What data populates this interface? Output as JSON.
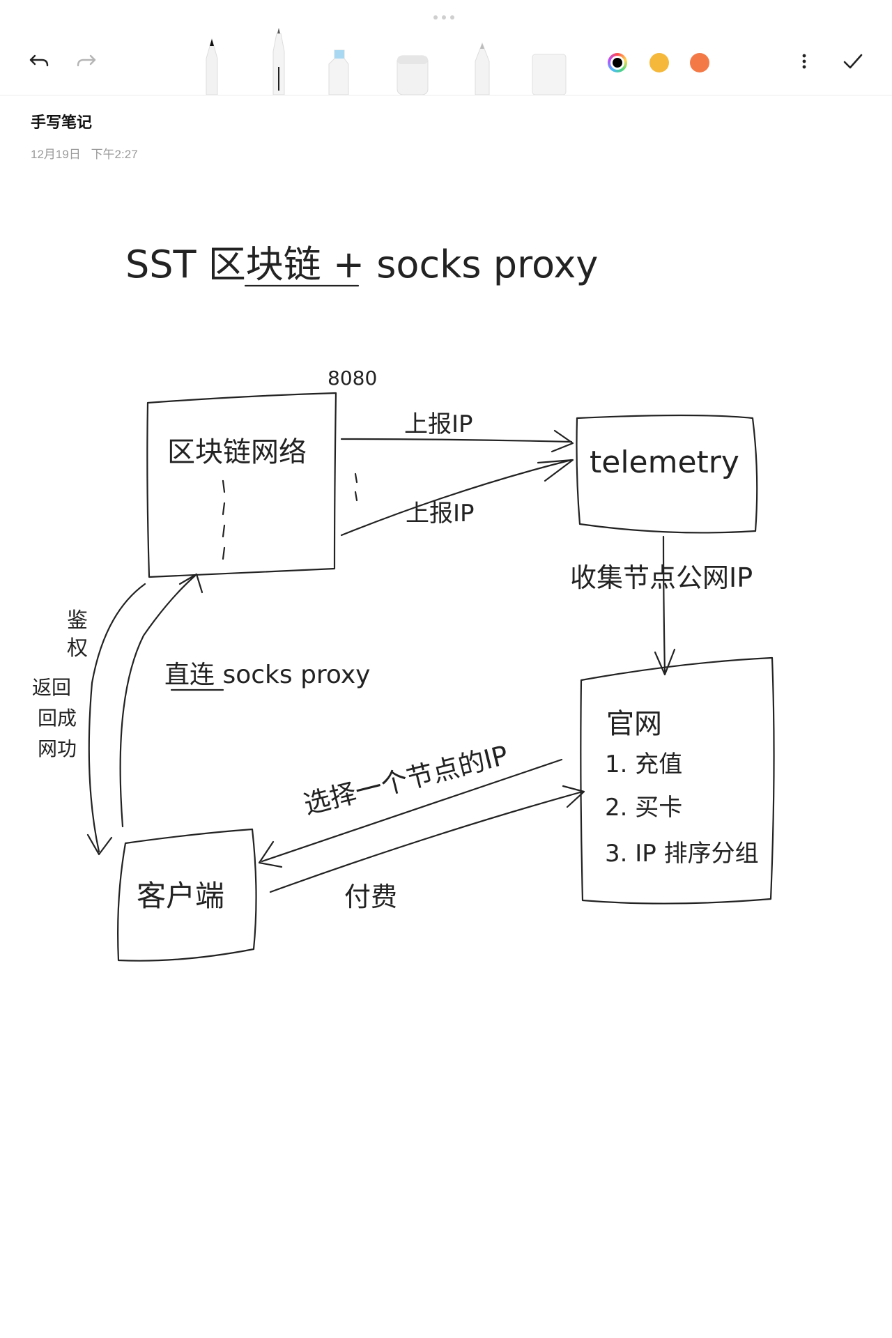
{
  "toolbar": {
    "undo_icon": "undo-icon",
    "redo_icon": "redo-icon",
    "tools": [
      "pencil",
      "fountain-pen",
      "highlighter",
      "eraser",
      "marker",
      "lasso"
    ],
    "colors": [
      "#000000",
      "#f5b83b",
      "#f37a47"
    ],
    "more_icon": "more-vertical-icon",
    "done_icon": "check-icon"
  },
  "note": {
    "title": "手写笔记",
    "date": "12月19日",
    "time": "下午2:27"
  },
  "sketch": {
    "heading": "SST 区块链 + socks proxy",
    "port": "8080",
    "box_network": "区块链网络",
    "arrow_report_1": "上报IP",
    "arrow_report_2": "上报IP",
    "box_telemetry": "telemetry",
    "arrow_collect": "收集节点公网IP",
    "box_official": "官网",
    "official_items": [
      "1. 充值",
      "2. 买卡",
      "3. IP 排序分组"
    ],
    "arrow_direct": "直连 socks proxy",
    "arrow_auth": [
      "鉴",
      "权",
      "返回",
      "回成",
      "网功"
    ],
    "arrow_select": "选择一个节点的IP",
    "box_client": "客户端",
    "arrow_pay": "付费"
  }
}
